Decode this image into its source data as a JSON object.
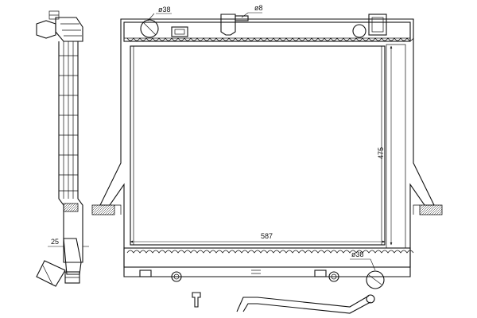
{
  "dimensions": {
    "width": "587",
    "height": "475",
    "side_depth": "25",
    "cap_diameter_top": "ø38",
    "fitting_diameter": "ø8",
    "cap_diameter_bottom": "ø38"
  }
}
